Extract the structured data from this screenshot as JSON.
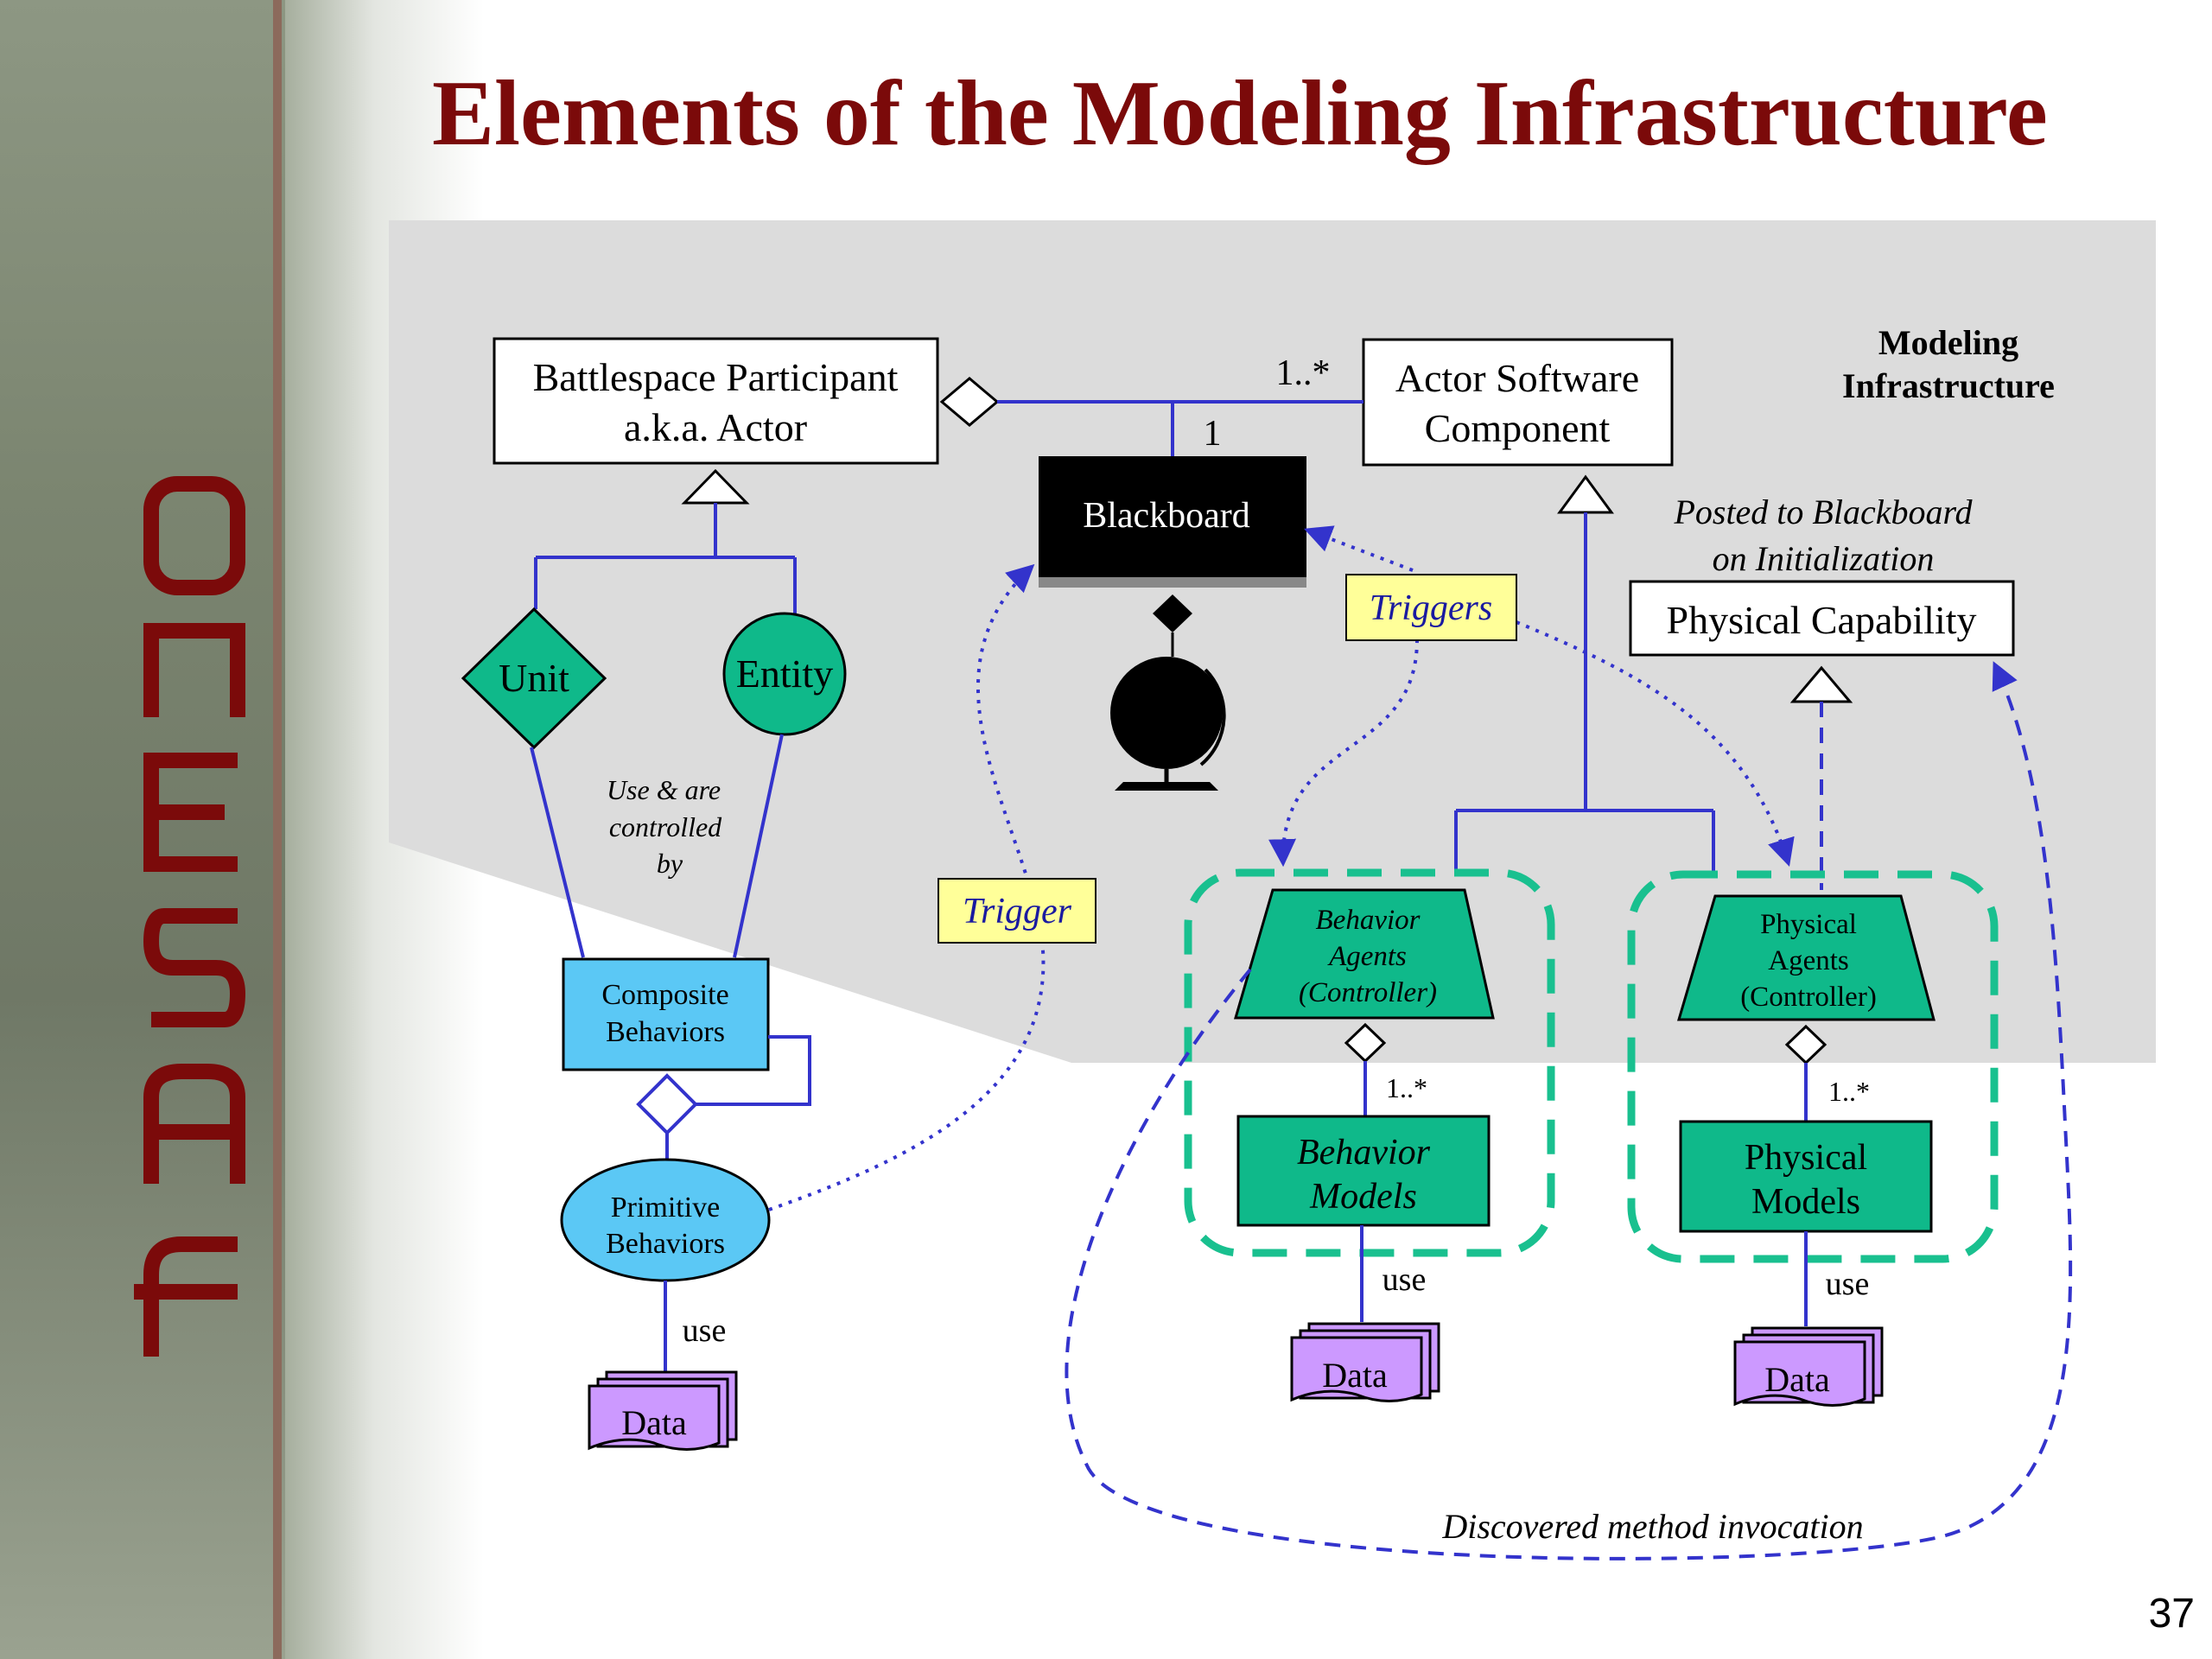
{
  "title": "Elements of the Modeling Infrastructure",
  "page_number": "37",
  "region_label": [
    "Modeling",
    "Infrastructure"
  ],
  "sidebar_logo": "ONESAF",
  "nodes": {
    "battlespace_participant": [
      "Battlespace Participant",
      "a.k.a. Actor"
    ],
    "actor_software_component": [
      "Actor Software",
      "Component"
    ],
    "blackboard": "Blackboard",
    "unit": "Unit",
    "entity": "Entity",
    "composite_behaviors": [
      "Composite",
      "Behaviors"
    ],
    "primitive_behaviors": [
      "Primitive",
      "Behaviors"
    ],
    "behavior_agents": [
      "Behavior",
      "Agents",
      "(Controller)"
    ],
    "physical_agents": [
      "Physical",
      "Agents",
      "(Controller)"
    ],
    "behavior_models": [
      "Behavior",
      "Models"
    ],
    "physical_models": [
      "Physical",
      "Models"
    ],
    "physical_capability": "Physical Capability",
    "data": "Data"
  },
  "labels": {
    "posted_note": [
      "Posted to Blackboard",
      "on Initialization"
    ],
    "use_controlled": [
      "Use & are",
      "controlled",
      "by"
    ],
    "triggers": "Triggers",
    "trigger": "Trigger",
    "mult_1_star": "1..*",
    "mult_1": "1",
    "use": "use",
    "discovered": "Discovered method invocation"
  },
  "colors": {
    "title": "#7b0a0a",
    "teal": "#0fb98a",
    "light_blue": "#5bc8f5",
    "purple": "#cc99ff",
    "yellow": "#ffff99",
    "line_blue": "#3333cc",
    "gray_region": "#dcdcdc"
  }
}
